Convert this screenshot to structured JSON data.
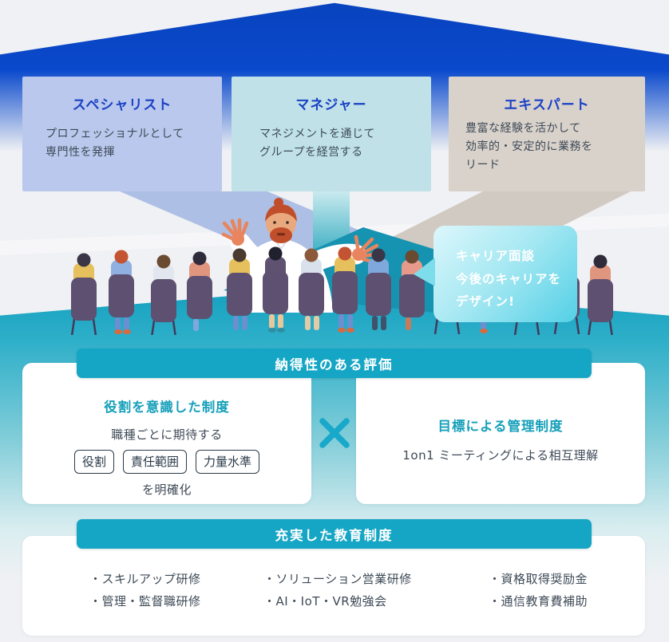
{
  "roles": [
    {
      "title": "スペシャリスト",
      "body": "プロフェッショナルとして\n専門性を発揮"
    },
    {
      "title": "マネジャー",
      "body": "マネジメントを通じて\nグループを経営する"
    },
    {
      "title": "エキスパート",
      "body": "豊富な経験を活かして\n効率的・安定的に業務を\nリード"
    }
  ],
  "career_bubble": {
    "text": "キャリア面談\n今後のキャリアを\nデザイン!"
  },
  "evaluation": {
    "banner": "納得性のある評価",
    "role_system": {
      "title": "役割を意識した制度",
      "lead": "職種ごとに期待する",
      "tags": [
        "役割",
        "責任範囲",
        "力量水準"
      ],
      "suffix": "を明確化"
    },
    "mbo": {
      "title": "目標による管理制度",
      "body": "1on1 ミーティングによる相互理解"
    }
  },
  "education": {
    "banner": "充実した教育制度",
    "columns": [
      [
        "・スキルアップ研修",
        "・管理・監督職研修"
      ],
      [
        "・ソリューション営業研修",
        "・AI・IoT・VR勉強会"
      ],
      [
        "・資格取得奨励金",
        "・通信教育費補助"
      ]
    ]
  },
  "colors": {
    "roof_blue": "#0946C8",
    "banner_teal": "#16A6C5",
    "heading_blue": "#1B41C6",
    "heading_teal": "#16A0BA",
    "specialist_card_bg": "#B9C8EC",
    "manager_card_bg": "#BFE1E7",
    "expert_card_bg": "#D9D2CB",
    "bubble_gradient_start": "#DCF7FC",
    "bubble_gradient_end": "#54D0E6",
    "house_body_teal": "#13A0BF",
    "page_bg": "#F0F1F4"
  }
}
